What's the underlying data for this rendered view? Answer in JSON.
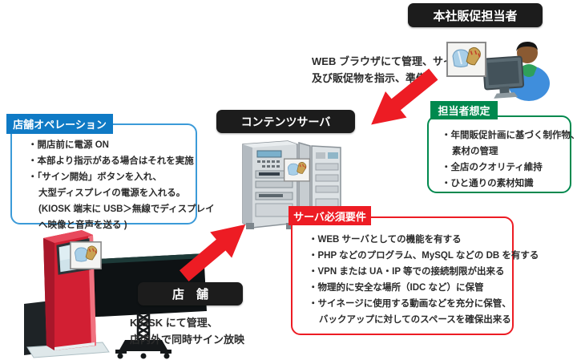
{
  "colors": {
    "black_box": "#1c1c1c",
    "blue_tag": "#0f7ac5",
    "blue_border": "#3b9ad8",
    "green": "#00894e",
    "red": "#ed1c24",
    "text": "#2b2b2b"
  },
  "hq": {
    "title": "本社販促担当者",
    "instruction_line1": "WEB ブラウザにて管理、サイン",
    "instruction_line2": "及び販促物を指示、準備"
  },
  "assumption": {
    "tag": "担当者想定",
    "lines": [
      {
        "text": "・年間販促計画に基づく制作物、",
        "indent": 0
      },
      {
        "text": "素材の管理",
        "indent": 1
      },
      {
        "text": "・全店のクオリティ維持",
        "indent": 0
      },
      {
        "text": "・ひと通りの素材知識",
        "indent": 0
      }
    ]
  },
  "server": {
    "title": "コンテンツサーバ",
    "requirements_tag": "サーバ必須要件",
    "requirements_lines": [
      {
        "text": "・WEB サーバとしての機能を有する",
        "indent": 0
      },
      {
        "text": "・PHP などのプログラム、MySQL などの DB を有する",
        "indent": 0
      },
      {
        "text": "・VPN または UA・IP 等での接続制限が出来る",
        "indent": 0
      },
      {
        "text": "・物理的に安全な場所（IDC など）に保管",
        "indent": 0
      },
      {
        "text": "・サイネージに使用する動画などを充分に保管、",
        "indent": 0
      },
      {
        "text": "バックアップに対してのスペースを確保出来る",
        "indent": 1
      }
    ]
  },
  "operation": {
    "tag": "店舗オペレーション",
    "lines": [
      {
        "text": "・開店前に電源 ON",
        "indent": 0
      },
      {
        "text": "・本部より指示がある場合はそれを実施",
        "indent": 0
      },
      {
        "text": "・「サイン開始」ボタンを入れ、",
        "indent": 0
      },
      {
        "text": "大型ディスプレイの電源を入れる。",
        "indent": 1
      },
      {
        "text": "(KIOSK 端末に USB＞無線でディスプレイ",
        "indent": 1
      },
      {
        "text": "へ映像と音声を送る )",
        "indent": 1
      }
    ]
  },
  "store": {
    "title": "店　舗",
    "caption_line1": "KIOSK にて管理、",
    "caption_line2": "店内外で同時サイン放映"
  }
}
